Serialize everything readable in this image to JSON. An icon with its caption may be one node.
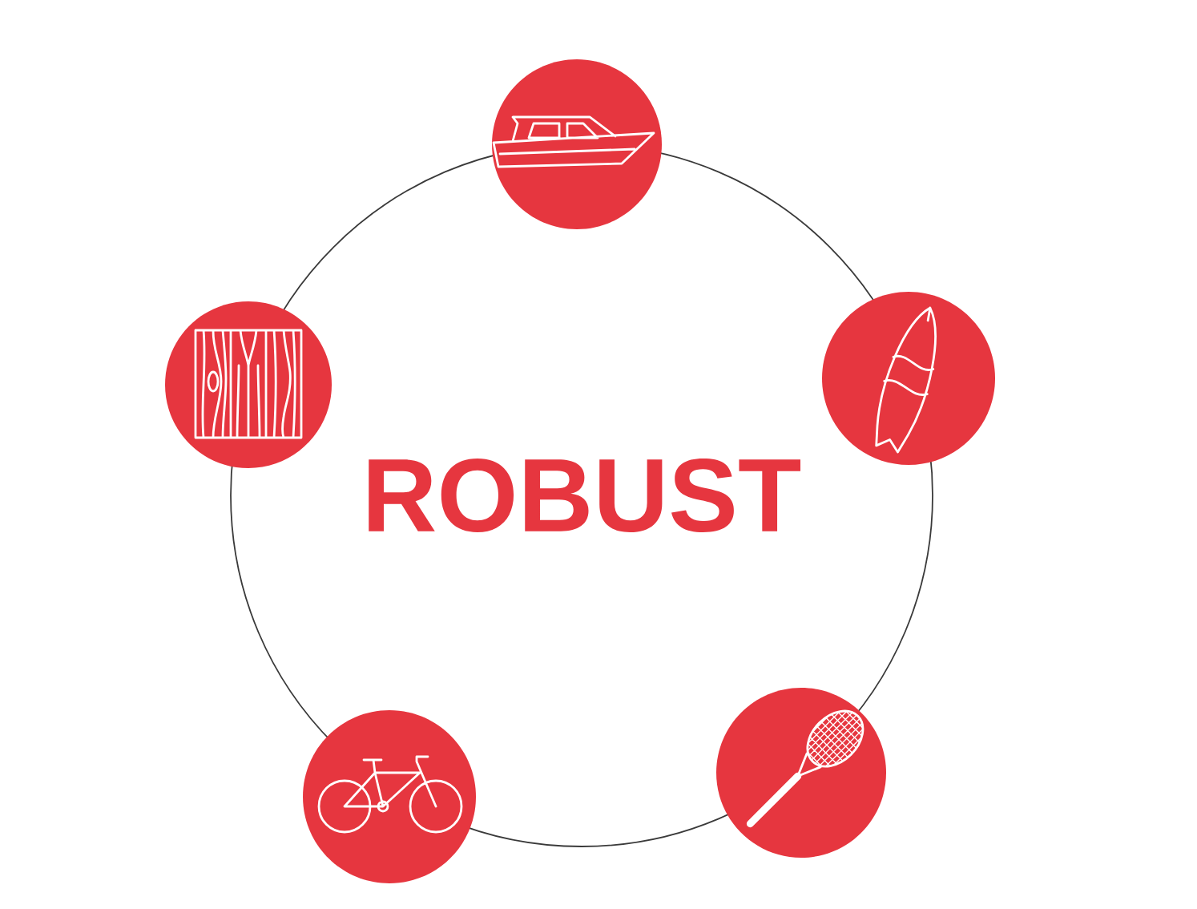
{
  "diagram": {
    "nodes": [
      {
        "text": [
          "ROBUST"
        ]
      },
      {
        "text": [],
        "shape": "circle"
      },
      {
        "text": [],
        "shape": "circle"
      },
      {
        "text": [],
        "shape": "circle"
      },
      {
        "text": [],
        "shape": "circle"
      },
      {
        "text": [],
        "shape": "circle"
      }
    ]
  }
}
